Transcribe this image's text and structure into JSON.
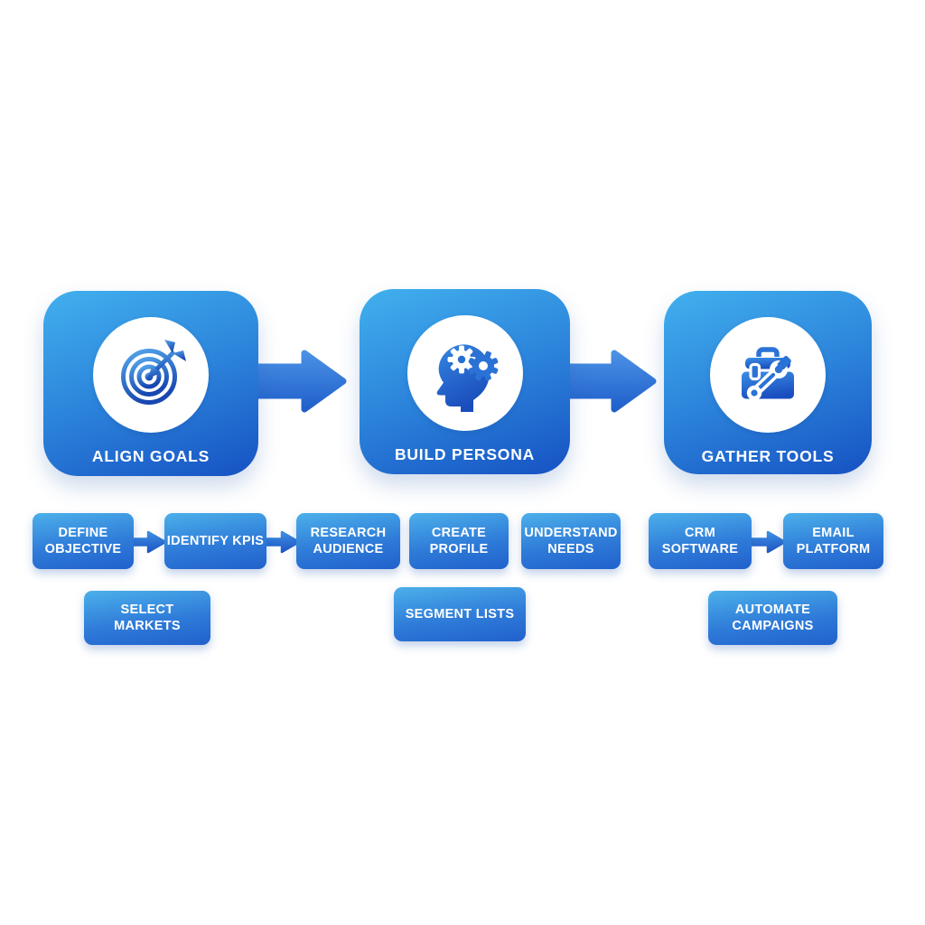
{
  "diagram": {
    "description": "Marketing workflow diagram with three stages and sub-steps",
    "stages": [
      {
        "label": "ALIGN GOALS",
        "icon": "target-goal-icon"
      },
      {
        "label": "BUILD PERSONA",
        "icon": "persona-head-gears-icon"
      },
      {
        "label": "GATHER TOOLS",
        "icon": "toolbox-wrench-icon"
      }
    ],
    "steps": {
      "define_objective": {
        "lines": [
          "DEFINE",
          "OBJECTIVE"
        ]
      },
      "identify_kpis": {
        "lines": [
          "IDENTIFY KPIS"
        ]
      },
      "research_audience": {
        "lines": [
          "RESEARCH",
          "AUDIENCE"
        ]
      },
      "create_profile": {
        "lines": [
          "CREATE",
          "PROFILE"
        ]
      },
      "understand_needs": {
        "lines": [
          "UNDERSTAND",
          "NEEDS"
        ]
      },
      "crm_software": {
        "lines": [
          "CRM",
          "SOFTWARE"
        ]
      },
      "email_platform": {
        "lines": [
          "EMAIL",
          "PLATFORM"
        ]
      },
      "select_markets": {
        "lines": [
          "SELECT",
          "MARKETS"
        ]
      },
      "segment_lists": {
        "lines": [
          "SEGMENT LISTS"
        ]
      },
      "automate_campaigns": {
        "lines": [
          "AUTOMATE",
          "CAMPAIGNS"
        ]
      }
    },
    "flow_connections": [
      "ALIGN GOALS -> BUILD PERSONA",
      "BUILD PERSONA -> GATHER TOOLS",
      "DEFINE OBJECTIVE -> IDENTIFY KPIS",
      "IDENTIFY KPIS -> RESEARCH AUDIENCE",
      "CRM SOFTWARE -> EMAIL PLATFORM"
    ],
    "colors": {
      "stage_gradient_start": "#41B0EE",
      "stage_gradient_end": "#1652C3",
      "step_gradient_start": "#4CB0EA",
      "step_gradient_end": "#2161CC",
      "arrow_gradient_start": "#4A90E4",
      "arrow_gradient_end": "#2060CB",
      "icon_blue": "#2B72D6",
      "text": "#FFFFFF",
      "background": "#FFFFFF"
    }
  }
}
